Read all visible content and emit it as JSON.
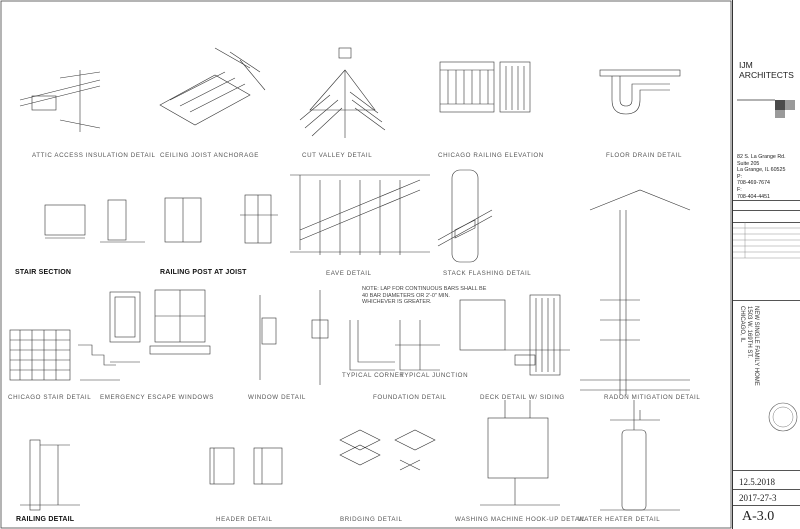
{
  "details": {
    "attic": "ATTIC ACCESS INSULATION DETAIL",
    "ceiling": "CEILING JOIST ANCHORAGE",
    "valley": "CUT VALLEY DETAIL",
    "railing_elev": "CHICAGO RAILING ELEVATION",
    "floor_drain": "FLOOR DRAIN DETAIL",
    "eave": "EAVE DETAIL",
    "stack": "STACK FLASHING DETAIL",
    "stair_section": "STAIR SECTION",
    "railing_post": "RAILING POST AT JOIST",
    "chicago_stair": "CHICAGO STAIR DETAIL",
    "egress": "EMERGENCY ESCAPE WINDOWS",
    "window": "WINDOW DETAIL",
    "foundation": "FOUNDATION DETAIL",
    "typical_corner": "TYPICAL CORNER",
    "typical_junction": "TYPICAL JUNCTION",
    "deck": "DECK DETAIL W/ SIDING",
    "radon": "RADON MITIGATION DETAIL",
    "railing": "RAILING DETAIL",
    "header": "HEADER DETAIL",
    "bridging": "BRIDGING DETAIL",
    "washer": "WASHING MACHINE HOOK-UP DETAIL",
    "water_heater": "WATER HEATER DETAIL"
  },
  "notes": {
    "foundation_note_1": "NOTE: LAP FOR CONTINUOUS BARS SHALL BE",
    "foundation_note_2": "40 BAR DIAMETERS OR 2'-0\" MIN.",
    "foundation_note_3": "WHICHEVER IS GREATER."
  },
  "title_block": {
    "firm_line1": "IJM",
    "firm_line2": "ARCHITECTS",
    "address_line1": "82 S. La Grange Rd.",
    "address_line2": "Suite 205",
    "address_line3": "La Grange, IL 60525",
    "phone_label": "P:",
    "phone": "708-469-7674",
    "fax_label": "F:",
    "fax": "708-404-4451",
    "project_line1": "NEW SINGLE FAMILY HOME",
    "project_line2": "1503 W. 169TH ST.",
    "project_line3": "CHICAGO, IL",
    "date": "12.5.2018",
    "project_number": "2017-27-3",
    "sheet_number": "A-3.0"
  },
  "colors": {
    "line": "#333333",
    "faint": "#777777",
    "logo_dark": "#4a4a4a",
    "logo_light": "#9a9a9a"
  }
}
